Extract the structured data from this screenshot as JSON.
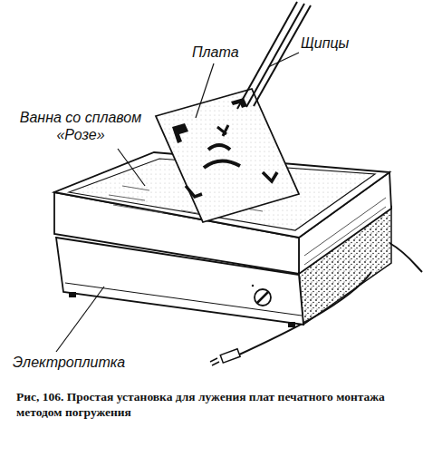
{
  "diagram": {
    "caption": "Рис, 106. Простая установка для лужения плат печатного монтажа методом погружения",
    "labels": [
      "Плата",
      "Щипцы",
      "Ванна со сплавом «Розе»",
      "Электроплитка"
    ]
  }
}
